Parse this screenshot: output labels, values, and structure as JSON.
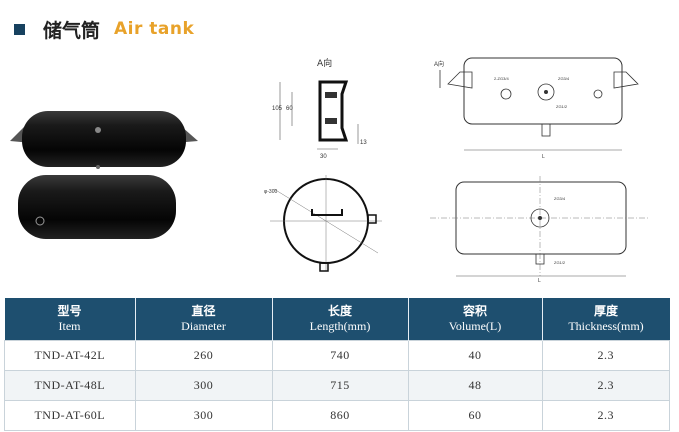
{
  "header": {
    "title_cn": "储气筒",
    "title_en": "Air tank"
  },
  "drawings": {
    "view_label": "A向",
    "arrow_label": "A向",
    "dims_left": [
      "105",
      "60",
      "30",
      "13"
    ],
    "circle_label": "φ-300",
    "side_labels": [
      "2-ZG3/4",
      "ZG3/4",
      "ZG1/2",
      "L"
    ],
    "top_labels": [
      "ZG3/4",
      "ZG1/2",
      "L"
    ]
  },
  "table": {
    "headers": [
      {
        "cn": "型号",
        "en": "Item"
      },
      {
        "cn": "直径",
        "en": "Diameter"
      },
      {
        "cn": "长度",
        "en": "Length(mm)"
      },
      {
        "cn": "容积",
        "en": "Volume(L)"
      },
      {
        "cn": "厚度",
        "en": "Thickness(mm)"
      }
    ],
    "rows": [
      [
        "TND-AT-42L",
        "260",
        "740",
        "40",
        "2.3"
      ],
      [
        "TND-AT-48L",
        "300",
        "715",
        "48",
        "2.3"
      ],
      [
        "TND-AT-60L",
        "300",
        "860",
        "60",
        "2.3"
      ]
    ]
  },
  "colors": {
    "header_bg": "#1e4f6f",
    "title_accent": "#e8a22a",
    "title_square": "#17415f"
  }
}
